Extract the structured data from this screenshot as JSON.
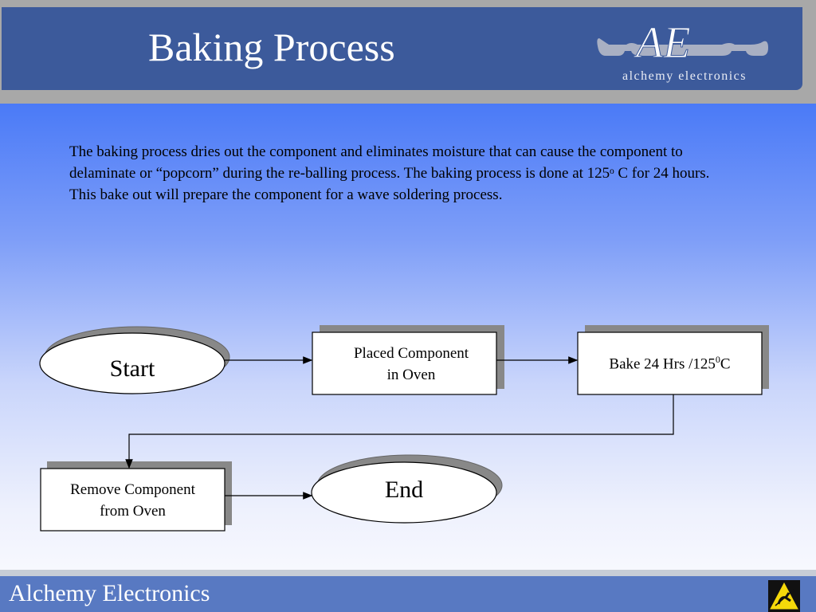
{
  "header": {
    "title": "Baking Process",
    "logo_text": "alchemy electronics",
    "logo_letters": "AE"
  },
  "intro_text": "The baking process dries out the component and eliminates moisture that can cause the component to delaminate or “popcorn” during the re-balling process. The baking process is done at 125ᵒ C for 24 hours. This bake out will prepare the component for a wave soldering process.",
  "flow": {
    "start": "Start",
    "placed_line1": "Placed Component",
    "placed_line2": "in Oven",
    "bake_main": "Bake 24 Hrs /125",
    "bake_sup": "0",
    "bake_end": "C",
    "remove_line1": "Remove Component",
    "remove_line2": "from Oven",
    "end": "End"
  },
  "footer": {
    "text": "Alchemy Electronics"
  },
  "colors": {
    "header_bar": "#3c5a9b",
    "body_blue": "#4a7af7",
    "footer_bar": "#5879c2",
    "shadow": "#888888"
  }
}
